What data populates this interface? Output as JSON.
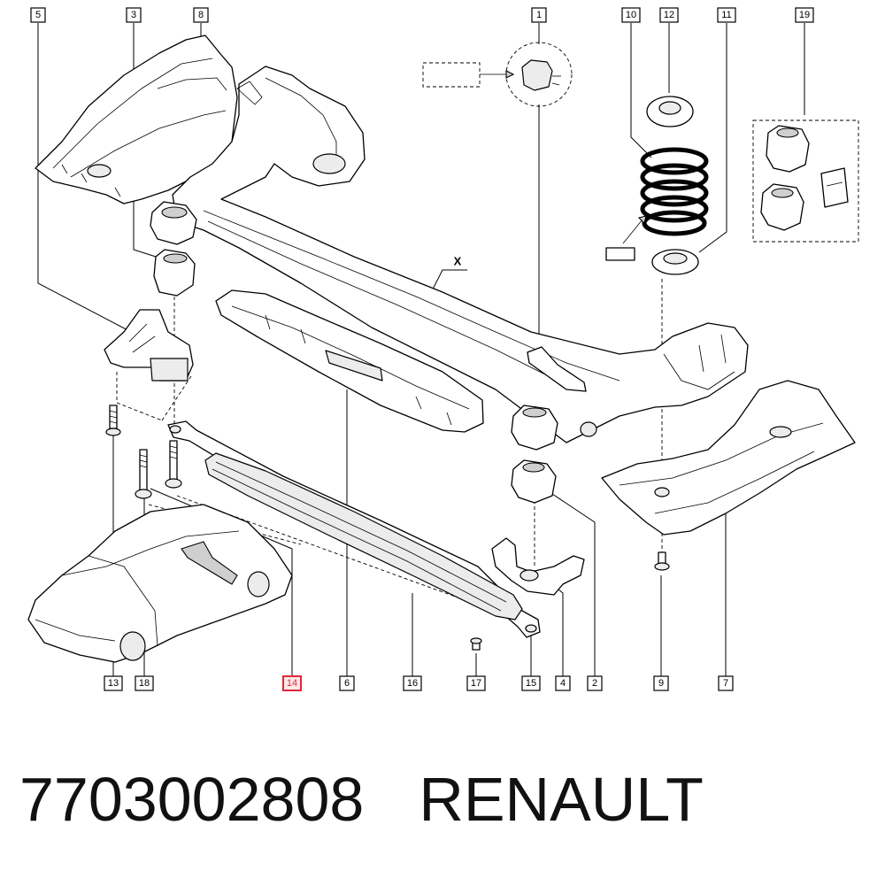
{
  "caption": {
    "part_number": "7703002808",
    "brand": "RENAULT"
  },
  "diagram": {
    "highlighted_callout": "14",
    "callouts_top": [
      "5",
      "3",
      "8",
      "1",
      "10",
      "12",
      "11",
      "19"
    ],
    "callouts_bottom": [
      "13",
      "18",
      "14",
      "6",
      "16",
      "17",
      "15",
      "4",
      "2",
      "9",
      "7"
    ],
    "beam_label": "X"
  },
  "colors": {
    "highlight": "#e0283a",
    "line": "#000000"
  }
}
